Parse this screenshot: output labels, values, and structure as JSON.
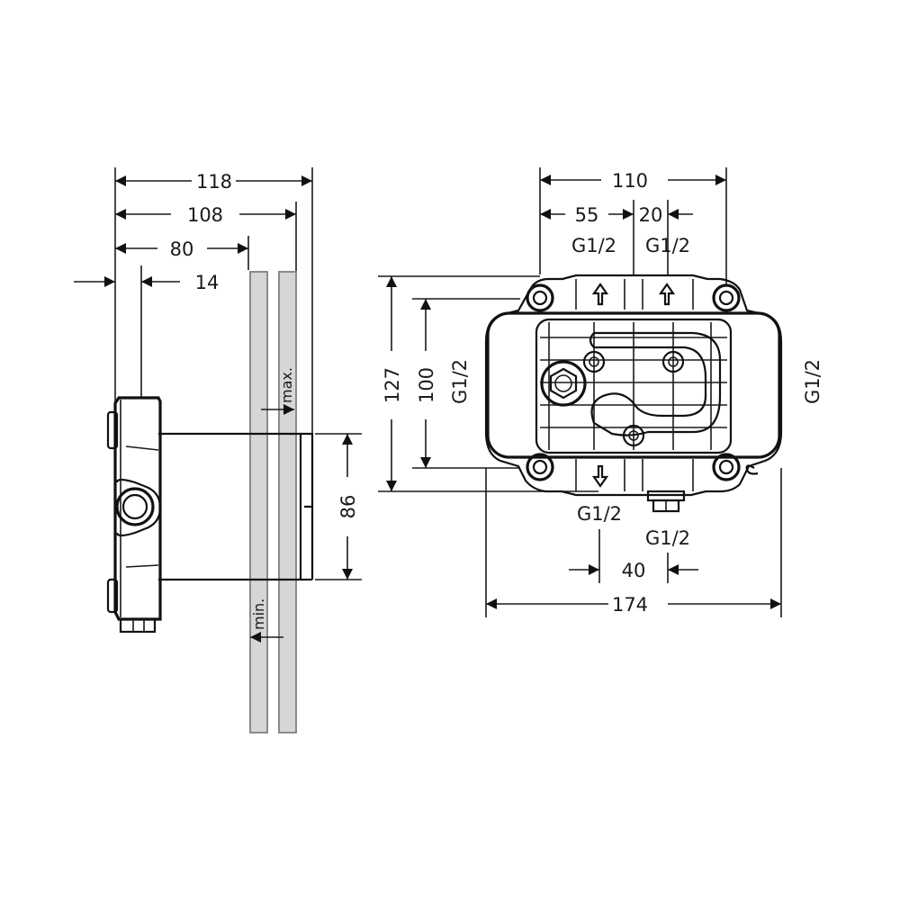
{
  "drawing": {
    "title": "Concealed valve body installation dimensions",
    "colors": {
      "line": "#1a1a1a",
      "wall": "#d6d6d8",
      "wall_edge": "#8a8a8a",
      "background": "#ffffff"
    },
    "units": "mm"
  },
  "side_view": {
    "dimensions": {
      "overall_118": "118",
      "to_wall_face_108": "108",
      "to_wall_start_80": "80",
      "flange_14": "14",
      "body_height_86": "86"
    },
    "labels": {
      "max": "max.",
      "min": "min."
    }
  },
  "front_view": {
    "dimensions": {
      "width_110": "110",
      "offset_55": "55",
      "offset_20": "20",
      "height_127": "127",
      "height_100": "100",
      "bottom_40": "40",
      "overall_174": "174"
    },
    "threads": {
      "top_left": "G1/2",
      "top_right": "G1/2",
      "left_side": "G1/2",
      "right_side": "G1/2",
      "bottom_left": "G1/2",
      "bottom_right": "G1/2"
    },
    "flow_arrows": [
      "up",
      "up",
      "down"
    ]
  }
}
